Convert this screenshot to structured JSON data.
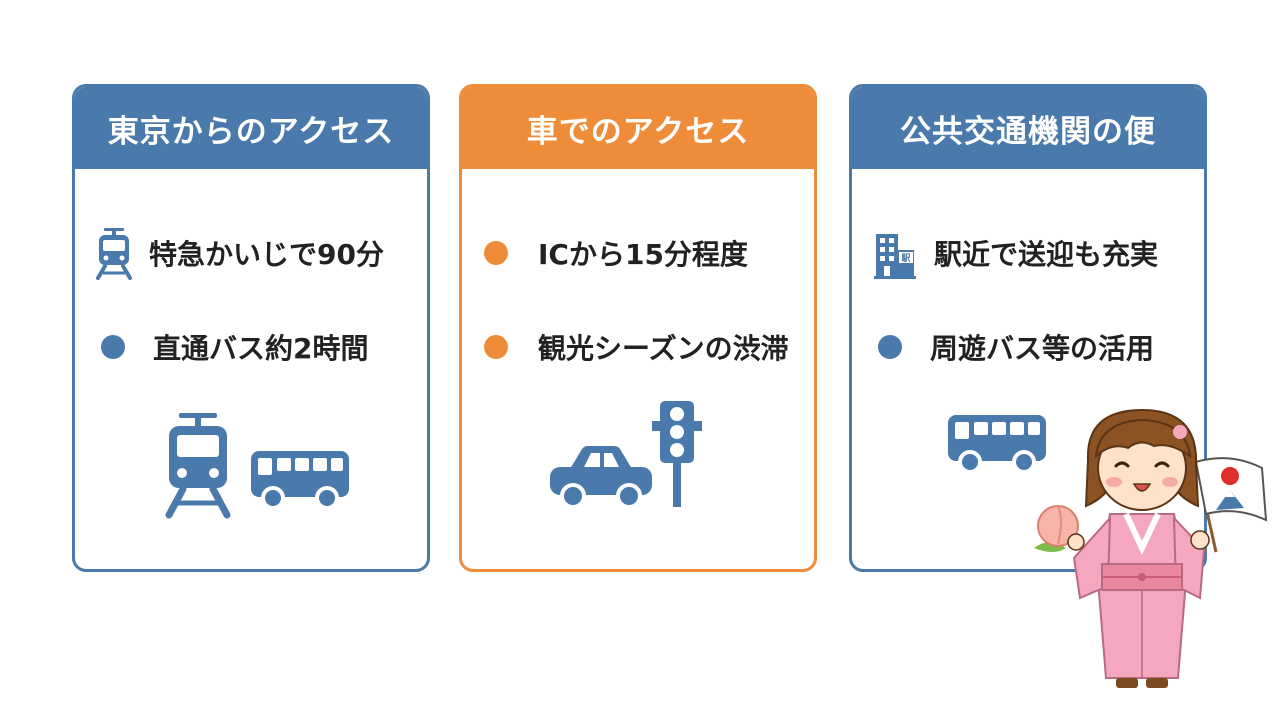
{
  "colors": {
    "blue": "#4a7aab",
    "orange": "#ee8c3a",
    "text": "#222222"
  },
  "cards": [
    {
      "title": "東京からのアクセス",
      "theme": "blue",
      "items": [
        {
          "icon": "train-icon",
          "text": "特急かいじで90分"
        },
        {
          "icon": "bullet",
          "text": "直通バス約2時間"
        }
      ],
      "illustrations": [
        "train-icon",
        "bus-icon"
      ]
    },
    {
      "title": "車でのアクセス",
      "theme": "orange",
      "items": [
        {
          "icon": "bullet",
          "text": "ICから15分程度"
        },
        {
          "icon": "bullet",
          "text": "観光シーズンの渋滞"
        }
      ],
      "illustrations": [
        "car-icon",
        "traffic-light-icon"
      ]
    },
    {
      "title": "公共交通機関の便",
      "theme": "blue",
      "items": [
        {
          "icon": "station-building-icon",
          "text": "駅近で送迎も充実"
        },
        {
          "icon": "bullet",
          "text": "周遊バス等の活用"
        }
      ],
      "illustrations": [
        "bus-icon"
      ]
    }
  ],
  "station_sign": "駅",
  "mascot": "kimono-girl-with-peach-and-flag"
}
